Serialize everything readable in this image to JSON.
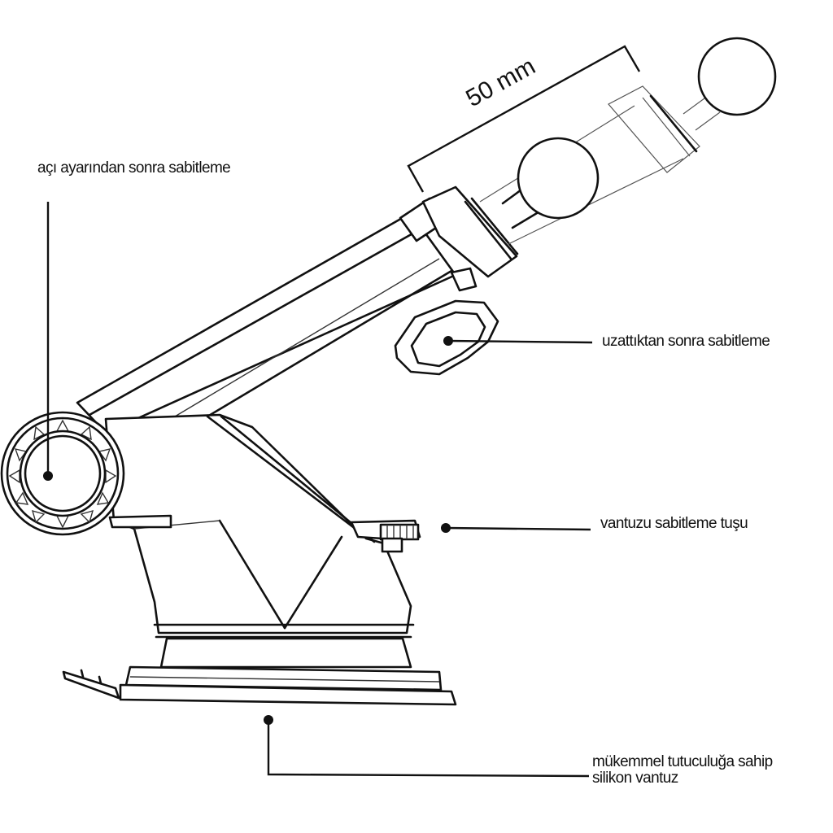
{
  "diagram": {
    "dimension_label": "50 mm",
    "callouts": {
      "angle_lock": "açı ayarından sonra sabitleme",
      "extension_lock": "uzattıktan sonra sabitleme",
      "suction_lock_button": "vantuzu sabitleme tuşu",
      "suction_cup_line1": "mükemmel tutuculuğa sahip",
      "suction_cup_line2": "silikon vantuz"
    }
  }
}
